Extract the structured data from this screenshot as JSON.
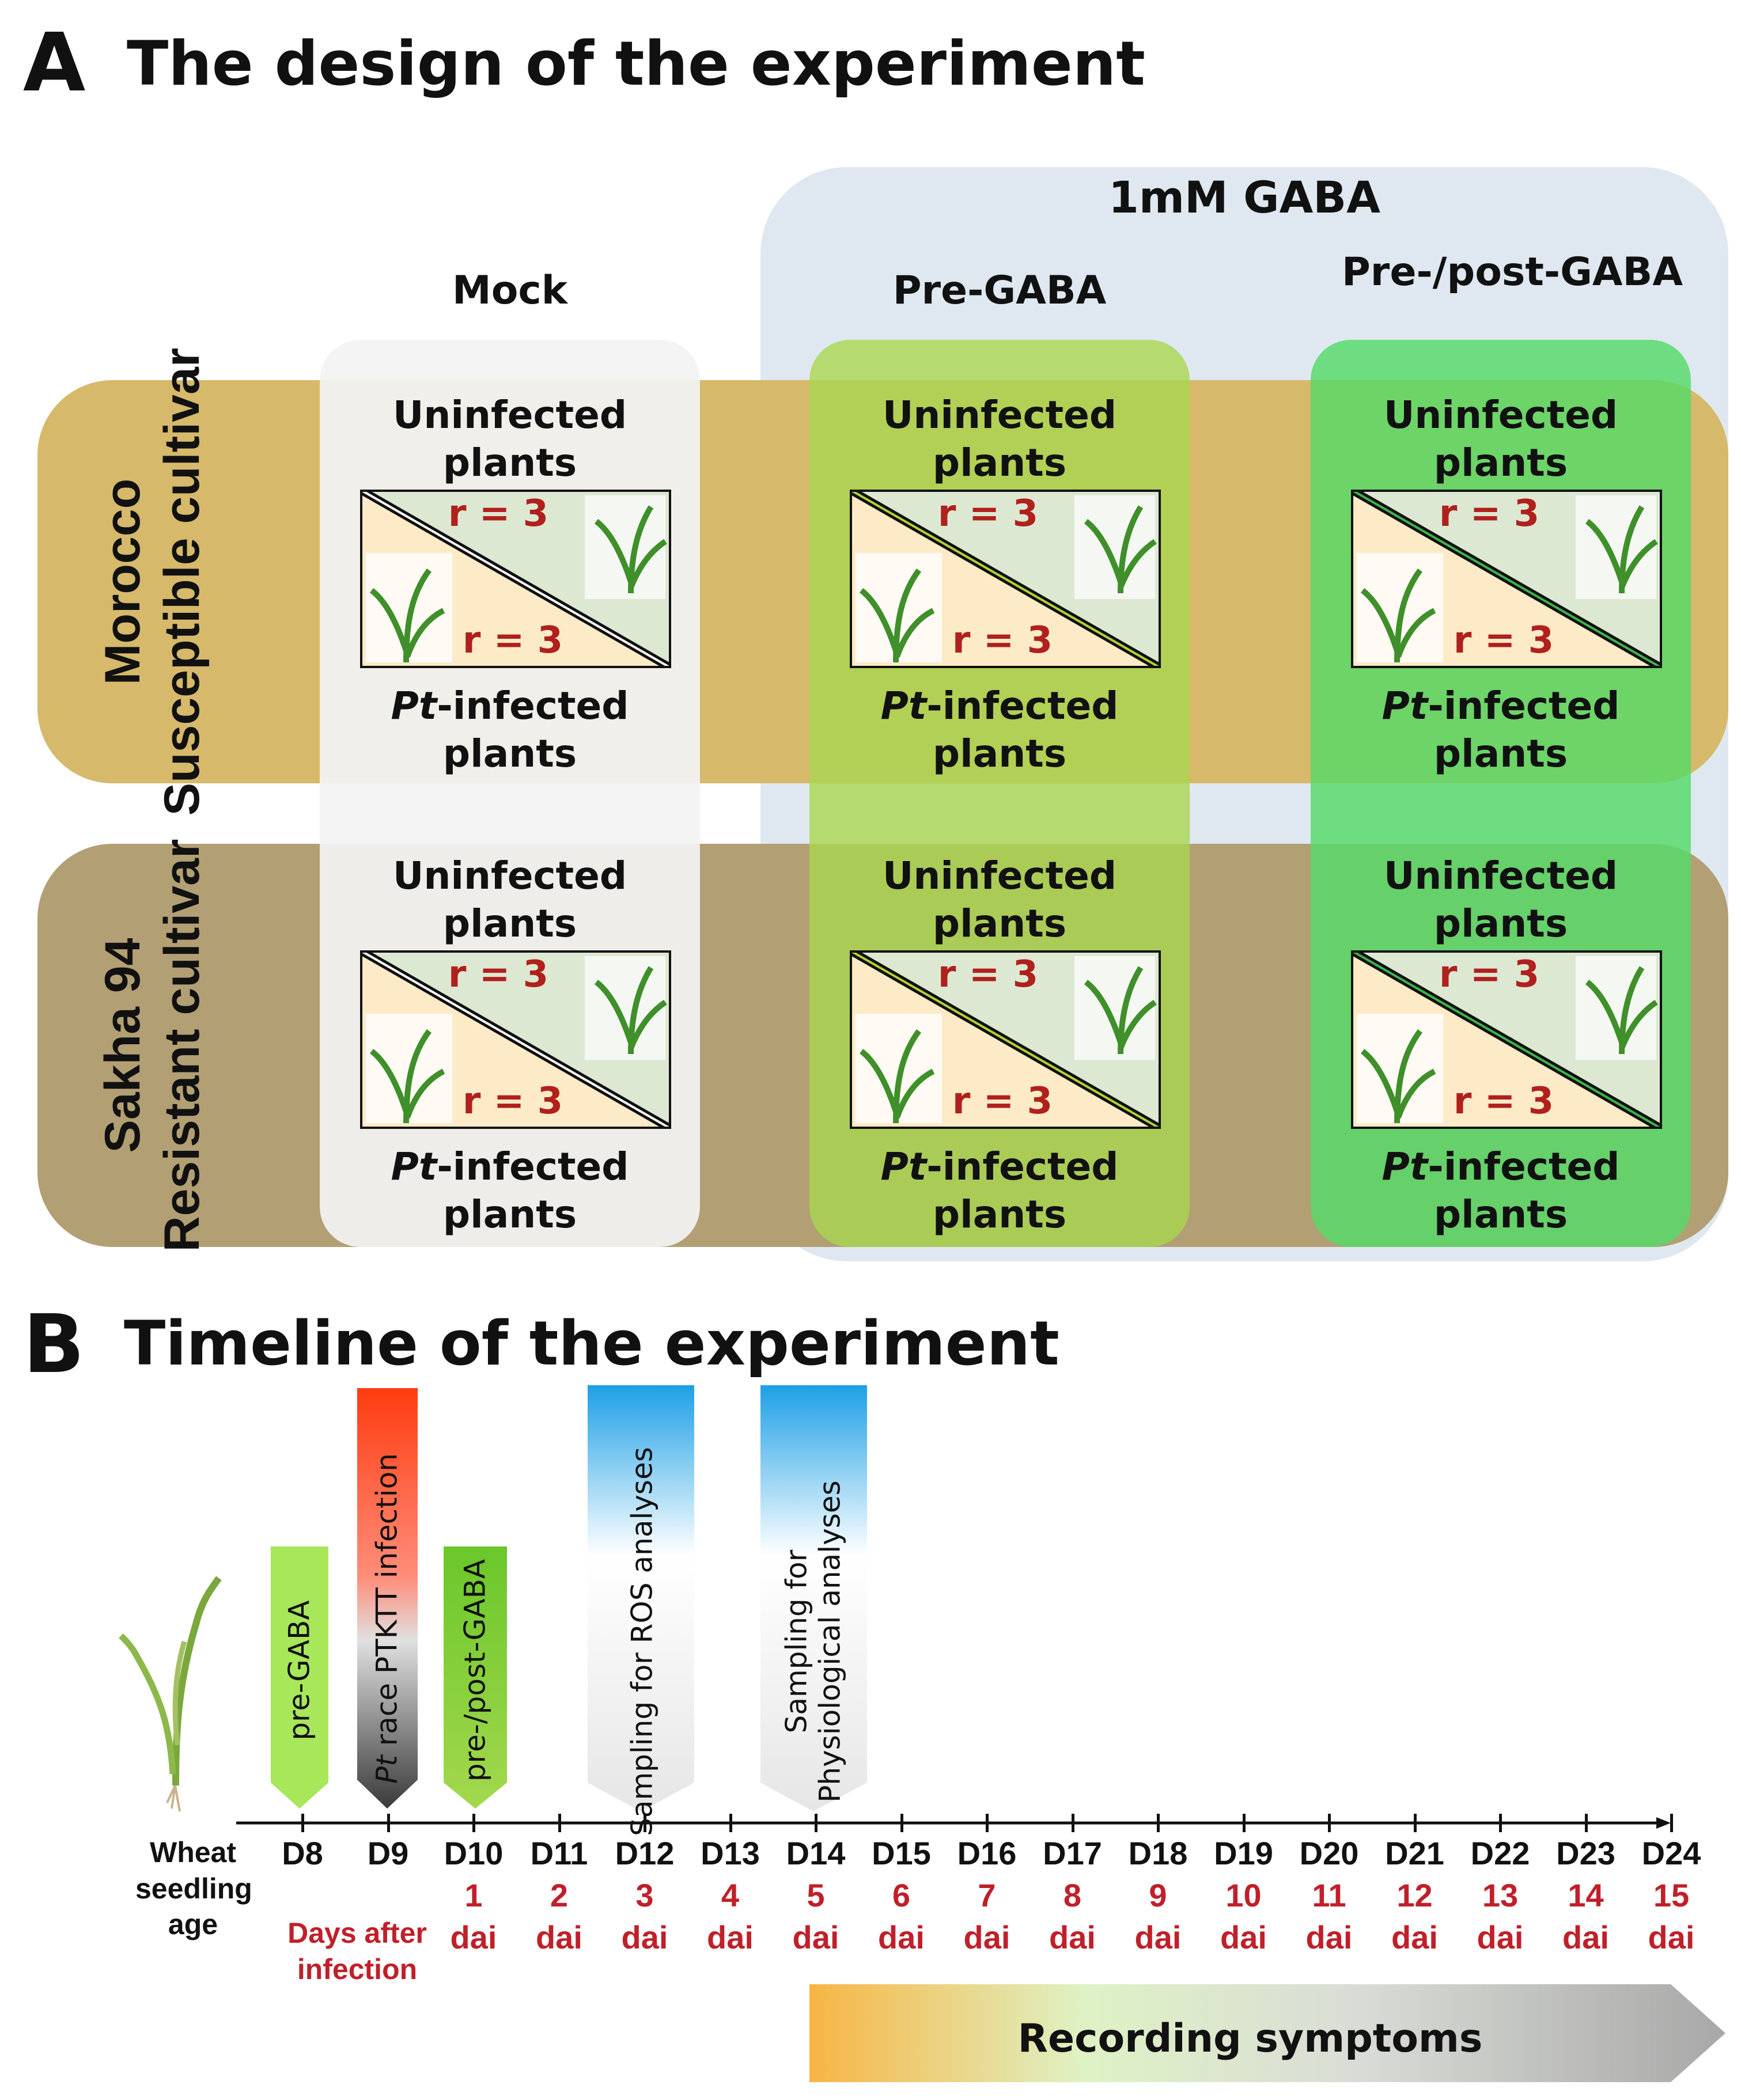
{
  "panel_a": {
    "letter": "A",
    "title": "The design of the experiment",
    "gaba_group": "1mM GABA",
    "columns": [
      {
        "label": "Mock"
      },
      {
        "label": "Pre-GABA"
      },
      {
        "label": "Pre-/post-GABA"
      }
    ],
    "rows": [
      {
        "line1": "Morocco",
        "line2": "Susceptible cultivar"
      },
      {
        "line1": "Sakha 94",
        "line2": "Resistant  cultivar"
      }
    ],
    "cell": {
      "uninfected_line1": "Uninfected",
      "uninfected_line2": "plants",
      "infected_prefix": "Pt",
      "infected_suffix": "-infected",
      "infected_line2": "plants",
      "replicates": "r = 3"
    }
  },
  "panel_b": {
    "letter": "B",
    "title": "Timeline of the experiment",
    "events": [
      {
        "label": "pre-GABA"
      },
      {
        "label_italic": "Pt",
        "label": " race PTKTT infection"
      },
      {
        "label": "pre-/post-GABA"
      },
      {
        "label": "Sampling for ROS analyses"
      },
      {
        "label": "Sampling for Physiological analyses"
      }
    ],
    "axis_label_1": "Wheat",
    "axis_label_2": "seedling age",
    "dai_label_1": "Days after",
    "dai_label_2": "infection",
    "days": [
      "D8",
      "D9",
      "D10",
      "D11",
      "D12",
      "D13",
      "D14",
      "D15",
      "D16",
      "D17",
      "D18",
      "D19",
      "D20",
      "D21",
      "D22",
      "D23",
      "D24"
    ],
    "dai_numbers": [
      "1",
      "2",
      "3",
      "4",
      "5",
      "6",
      "7",
      "8",
      "9",
      "10",
      "11",
      "12",
      "13",
      "14",
      "15"
    ],
    "dai_unit": "dai",
    "recording": "Recording symptoms"
  },
  "colors": {
    "susceptible_band": "#d6b96a",
    "resistant_band": "#b29f73",
    "mock_box": "#f0f0f0",
    "gaba_region": "#dbe6f0",
    "pre_gaba": "#a9d650",
    "pre_post_gaba": "#5fdc73",
    "replicate_text": "#b0201c",
    "dai_text": "#c0202a"
  }
}
